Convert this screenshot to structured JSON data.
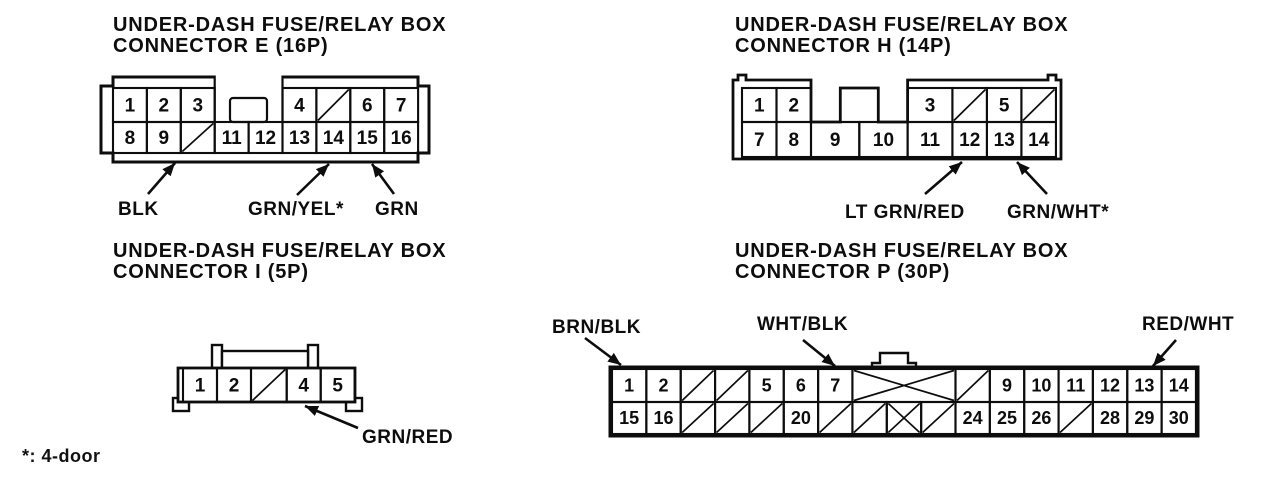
{
  "note": "*: 4-door",
  "connectors": {
    "e": {
      "title1": "UNDER-DASH FUSE/RELAY BOX",
      "title2": "CONNECTOR E (16P)",
      "rows": [
        [
          {
            "n": "1"
          },
          {
            "n": "2"
          },
          {
            "n": "3"
          },
          {
            "g": 1,
            "w": 2
          },
          {
            "n": "4"
          },
          {
            "s": 1
          },
          {
            "n": "6"
          },
          {
            "n": "7"
          }
        ],
        [
          {
            "n": "8"
          },
          {
            "n": "9"
          },
          {
            "s": 1
          },
          {
            "n": "11"
          },
          {
            "n": "12"
          },
          {
            "n": "13"
          },
          {
            "n": "14"
          },
          {
            "n": "15"
          },
          {
            "n": "16"
          }
        ]
      ],
      "labels": [
        {
          "text": "BLK",
          "pin": "9"
        },
        {
          "text": "GRN/YEL*",
          "pin": "14"
        },
        {
          "text": "GRN",
          "pin": "15"
        }
      ]
    },
    "h": {
      "title1": "UNDER-DASH FUSE/RELAY BOX",
      "title2": "CONNECTOR H (14P)",
      "rows": [
        [
          {
            "n": "1"
          },
          {
            "n": "2"
          },
          {
            "g": 1,
            "w": 0.85
          },
          {
            "b": 1,
            "w": 1.1
          },
          {
            "g": 1,
            "w": 0.85
          },
          {
            "n": "3",
            "w": 1.3
          },
          {
            "s": 1
          },
          {
            "n": "5"
          },
          {
            "s": 1
          }
        ],
        [
          {
            "n": "7"
          },
          {
            "n": "8"
          },
          {
            "n": "9",
            "w": 1.4
          },
          {
            "n": "10",
            "w": 1.4
          },
          {
            "n": "11",
            "w": 1.3
          },
          {
            "n": "12"
          },
          {
            "n": "13"
          },
          {
            "n": "14"
          }
        ]
      ],
      "labels": [
        {
          "text": "LT GRN/RED",
          "pin": "12"
        },
        {
          "text": "GRN/WHT*",
          "pin": "13"
        }
      ]
    },
    "i": {
      "title1": "UNDER-DASH FUSE/RELAY BOX",
      "title2": "CONNECTOR I (5P)",
      "rows": [
        [
          {
            "n": "1"
          },
          {
            "n": "2"
          },
          {
            "s": 1,
            "w": 1.05
          },
          {
            "n": "4"
          },
          {
            "n": "5"
          }
        ]
      ],
      "labels": [
        {
          "text": "GRN/RED",
          "pin": "4"
        }
      ]
    },
    "p": {
      "title1": "UNDER-DASH FUSE/RELAY BOX",
      "title2": "CONNECTOR P (30P)",
      "rows": [
        [
          {
            "n": "1"
          },
          {
            "n": "2"
          },
          {
            "s": 1
          },
          {
            "s": 1
          },
          {
            "n": "5"
          },
          {
            "n": "6"
          },
          {
            "n": "7"
          },
          {
            "x": 1,
            "w": 3
          },
          {
            "s": 1
          },
          {
            "n": "9"
          },
          {
            "n": "10"
          },
          {
            "n": "11"
          },
          {
            "n": "12"
          },
          {
            "n": "13"
          },
          {
            "n": "14"
          }
        ],
        [
          {
            "n": "15"
          },
          {
            "n": "16"
          },
          {
            "s": 1
          },
          {
            "s": 1
          },
          {
            "s": 1
          },
          {
            "n": "20"
          },
          {
            "s": 1
          },
          {
            "s": 1
          },
          {
            "x": 1
          },
          {
            "s": 1
          },
          {
            "n": "24"
          },
          {
            "n": "25"
          },
          {
            "n": "26"
          },
          {
            "s": 1
          },
          {
            "n": "28"
          },
          {
            "n": "29"
          },
          {
            "n": "30"
          }
        ]
      ],
      "labels": [
        {
          "text": "BRN/BLK",
          "pin": "1"
        },
        {
          "text": "WHT/BLK",
          "pin": "7"
        },
        {
          "text": "RED/WHT",
          "pin": "13"
        }
      ]
    }
  }
}
